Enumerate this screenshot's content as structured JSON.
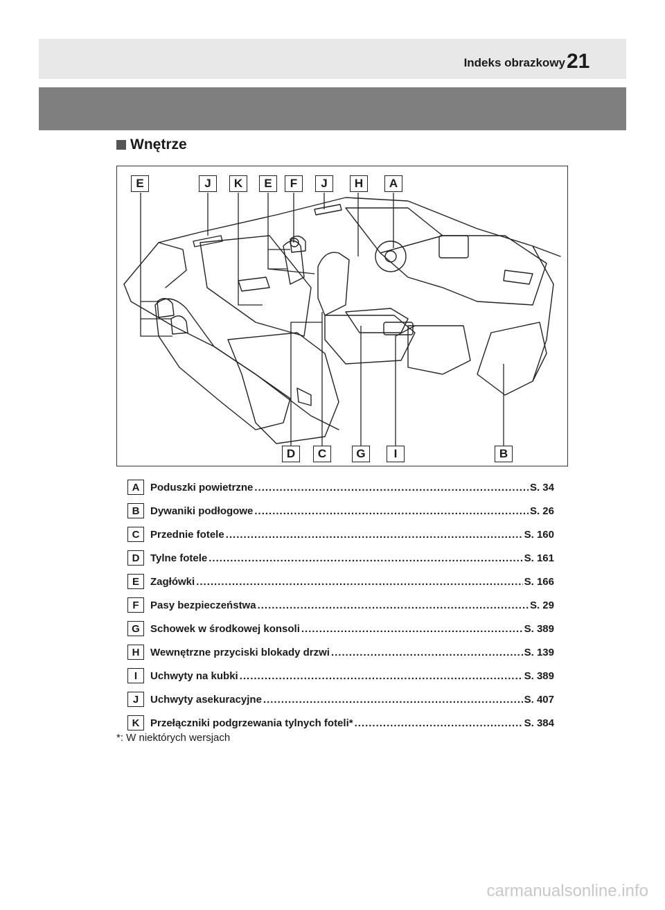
{
  "header": {
    "title": "Indeks obrazkowy",
    "page_number": "21"
  },
  "section": {
    "title": "Wnętrze"
  },
  "figure": {
    "top_callouts": [
      "E",
      "J",
      "K",
      "E",
      "F",
      "J",
      "H",
      "A"
    ],
    "bottom_callouts": [
      "D",
      "C",
      "G",
      "I",
      "B"
    ]
  },
  "legend": [
    {
      "letter": "A",
      "label": "Poduszki powietrzne",
      "page": "S. 34"
    },
    {
      "letter": "B",
      "label": "Dywaniki podłogowe",
      "page": "S. 26"
    },
    {
      "letter": "C",
      "label": "Przednie fotele",
      "page": "S. 160"
    },
    {
      "letter": "D",
      "label": "Tylne fotele",
      "page": "S. 161"
    },
    {
      "letter": "E",
      "label": "Zagłówki",
      "page": "S. 166"
    },
    {
      "letter": "F",
      "label": "Pasy bezpieczeństwa",
      "page": "S. 29"
    },
    {
      "letter": "G",
      "label": "Schowek w środkowej konsoli",
      "page": "S. 389"
    },
    {
      "letter": "H",
      "label": "Wewnętrzne przyciski blokady drzwi",
      "page": "S. 139"
    },
    {
      "letter": "I",
      "label": "Uchwyty na kubki",
      "page": "S. 389"
    },
    {
      "letter": "J",
      "label": "Uchwyty asekuracyjne",
      "page": "S. 407"
    },
    {
      "letter": "K",
      "label": "Przełączniki podgrzewania tylnych foteli*",
      "page": "S. 384"
    }
  ],
  "footnote": "*: W niektórych wersjach",
  "watermark": "carmanualsonline.info"
}
